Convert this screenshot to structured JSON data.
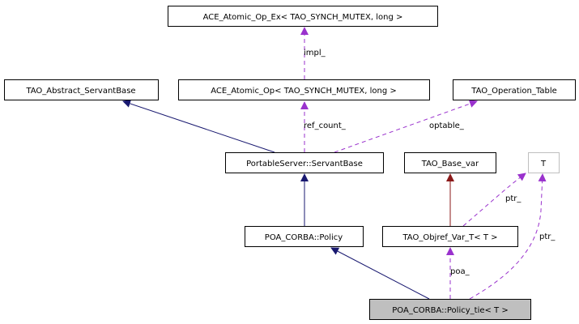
{
  "nodes": {
    "ace_atomic_op_ex": "ACE_Atomic_Op_Ex< TAO_SYNCH_MUTEX, long >",
    "tao_abstract_servantbase": "TAO_Abstract_ServantBase",
    "ace_atomic_op": "ACE_Atomic_Op< TAO_SYNCH_MUTEX, long >",
    "tao_operation_table": "TAO_Operation_Table",
    "portableserver_servantbase": "PortableServer::ServantBase",
    "tao_base_var": "TAO_Base_var",
    "t": "T",
    "poa_corba_policy": "POA_CORBA::Policy",
    "tao_objref_var_t": "TAO_Objref_Var_T< T >",
    "poa_corba_policy_tie": "POA_CORBA::Policy_tie< T >"
  },
  "edge_labels": {
    "impl": "impl_",
    "ref_count": "ref_count_",
    "optable": "optable_",
    "ptr_objref": "ptr_",
    "ptr_tie": "ptr_",
    "poa": "poa_"
  },
  "colors": {
    "inheritance": "#191970",
    "private_inheritance": "#8b1a1a",
    "usage": "#9a32cd",
    "current_node_fill": "#bfbfbf",
    "undocumented_border": "#bfbfbf"
  }
}
